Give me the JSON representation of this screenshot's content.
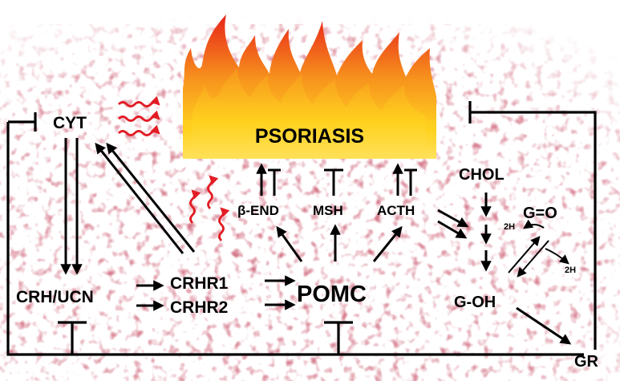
{
  "colors": {
    "background_tissue": "#9b1b2a",
    "arrow": "#000000",
    "squiggle": "#e21d24",
    "flame_outer": "#e8231a",
    "flame_mid": "#f7941d",
    "flame_inner": "#ffd21f"
  },
  "labels": {
    "psoriasis": "PSORIASIS",
    "cyt": "CYT",
    "crh_ucn": "CRH/UCN",
    "crhr1": "CRHR1",
    "crhr2": "CRHR2",
    "pomc": "POMC",
    "beta_end": "β-END",
    "msh": "MSH",
    "acth": "ACTH",
    "chol": "CHOL",
    "g_o": "G=O",
    "g_oh": "G-OH",
    "gr": "GR",
    "h2_top": "2H",
    "h2_bottom": "2H"
  },
  "icons": {
    "flames": "fire-icon",
    "squiggles": "wavy-arrow-icon"
  }
}
